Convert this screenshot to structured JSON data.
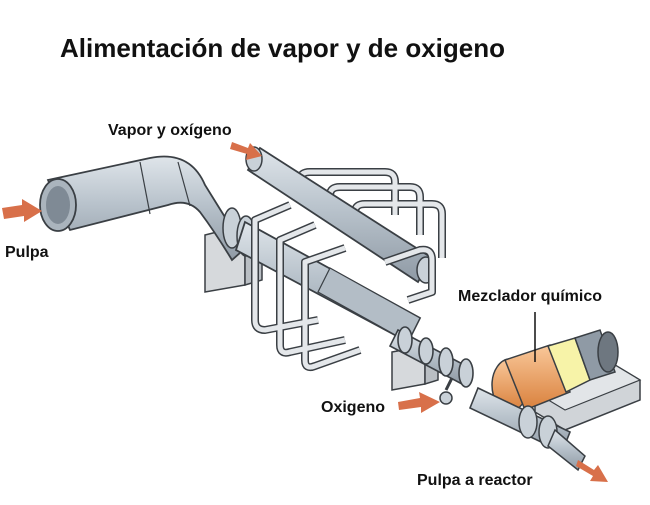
{
  "title": "Alimentación de vapor y de oxigeno",
  "labels": {
    "steam_oxygen": "Vapor y oxígeno",
    "pulp": "Pulpa",
    "chemical_mixer": "Mezclador químico",
    "oxygen": "Oxigeno",
    "pulp_to_reactor": "Pulpa a reactor"
  },
  "colors": {
    "pipe": "#b9c3cc",
    "pipe_dark": "#8f9aa5",
    "outline": "#3a3f44",
    "frame": "#e4e7ea",
    "arrow": "#d8704a",
    "mixer": "#f2a35e",
    "mixer_band": "#f7f3a8",
    "base": "#d0d4d8"
  }
}
